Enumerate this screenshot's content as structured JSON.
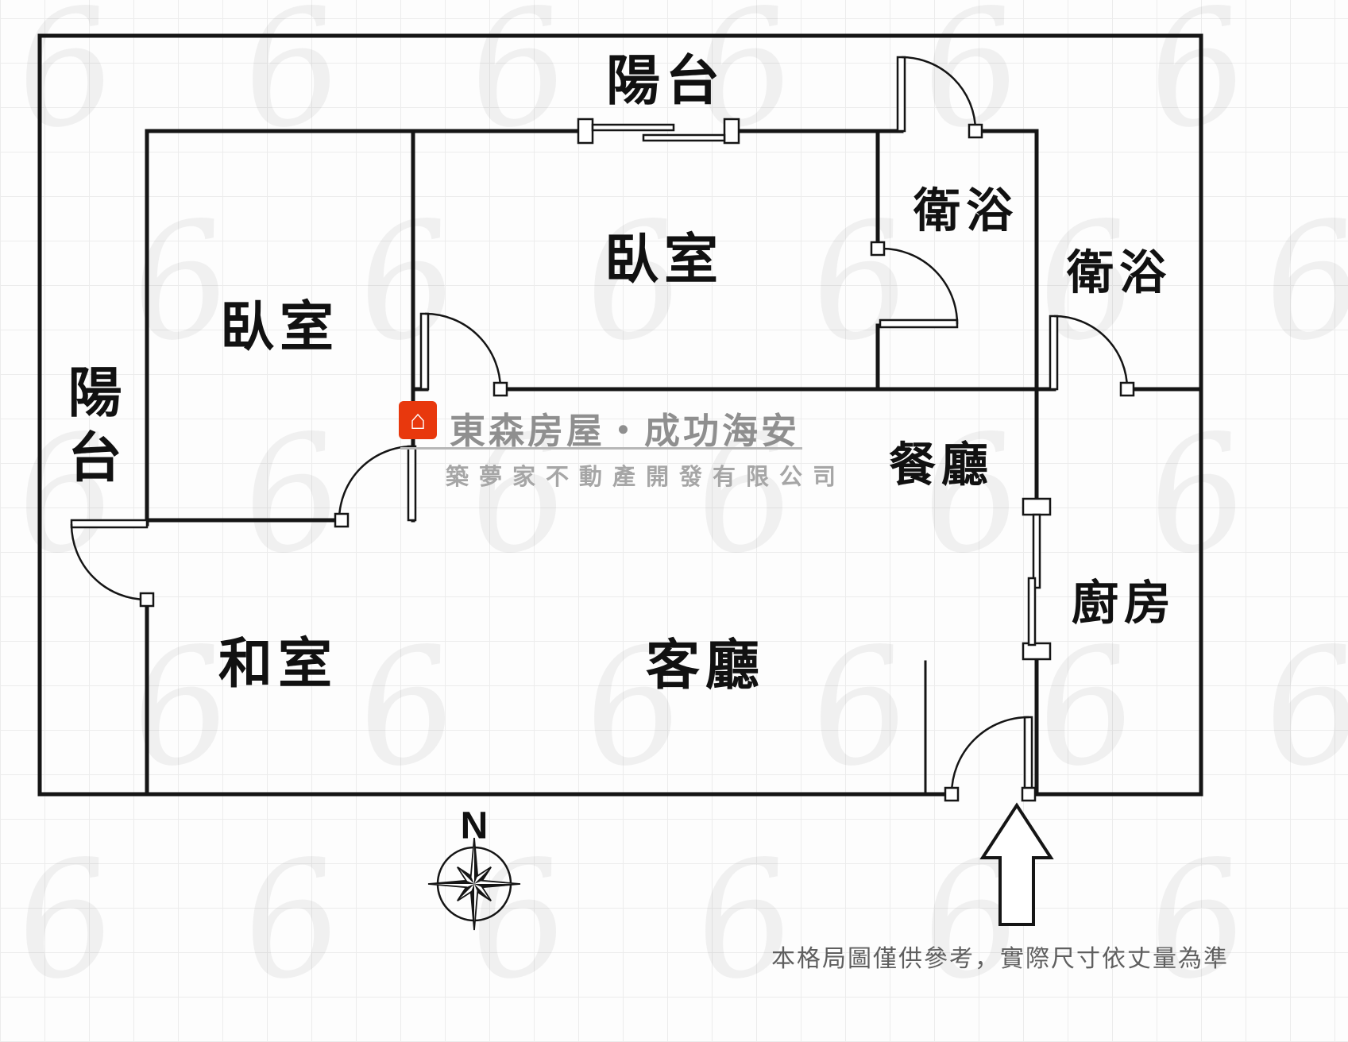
{
  "branding": {
    "title": "東森房屋・成功海安",
    "subtitle": "築夢家不動產開發有限公司",
    "logo_glyph": "⌂",
    "brand_color": "#e8380d",
    "watermark_glyph": "6"
  },
  "rooms": {
    "balcony_top": "陽台",
    "balcony_left": "陽台",
    "bedroom_left": "臥室",
    "bedroom_main": "臥室",
    "bath_top": "衛浴",
    "bath_right": "衛浴",
    "dining": "餐廳",
    "kitchen": "廚房",
    "tatami": "和室",
    "living": "客廳"
  },
  "compass": {
    "north_label": "N"
  },
  "footer": {
    "disclaimer": "本格局圖僅供參考，實際尺寸依丈量為準"
  }
}
